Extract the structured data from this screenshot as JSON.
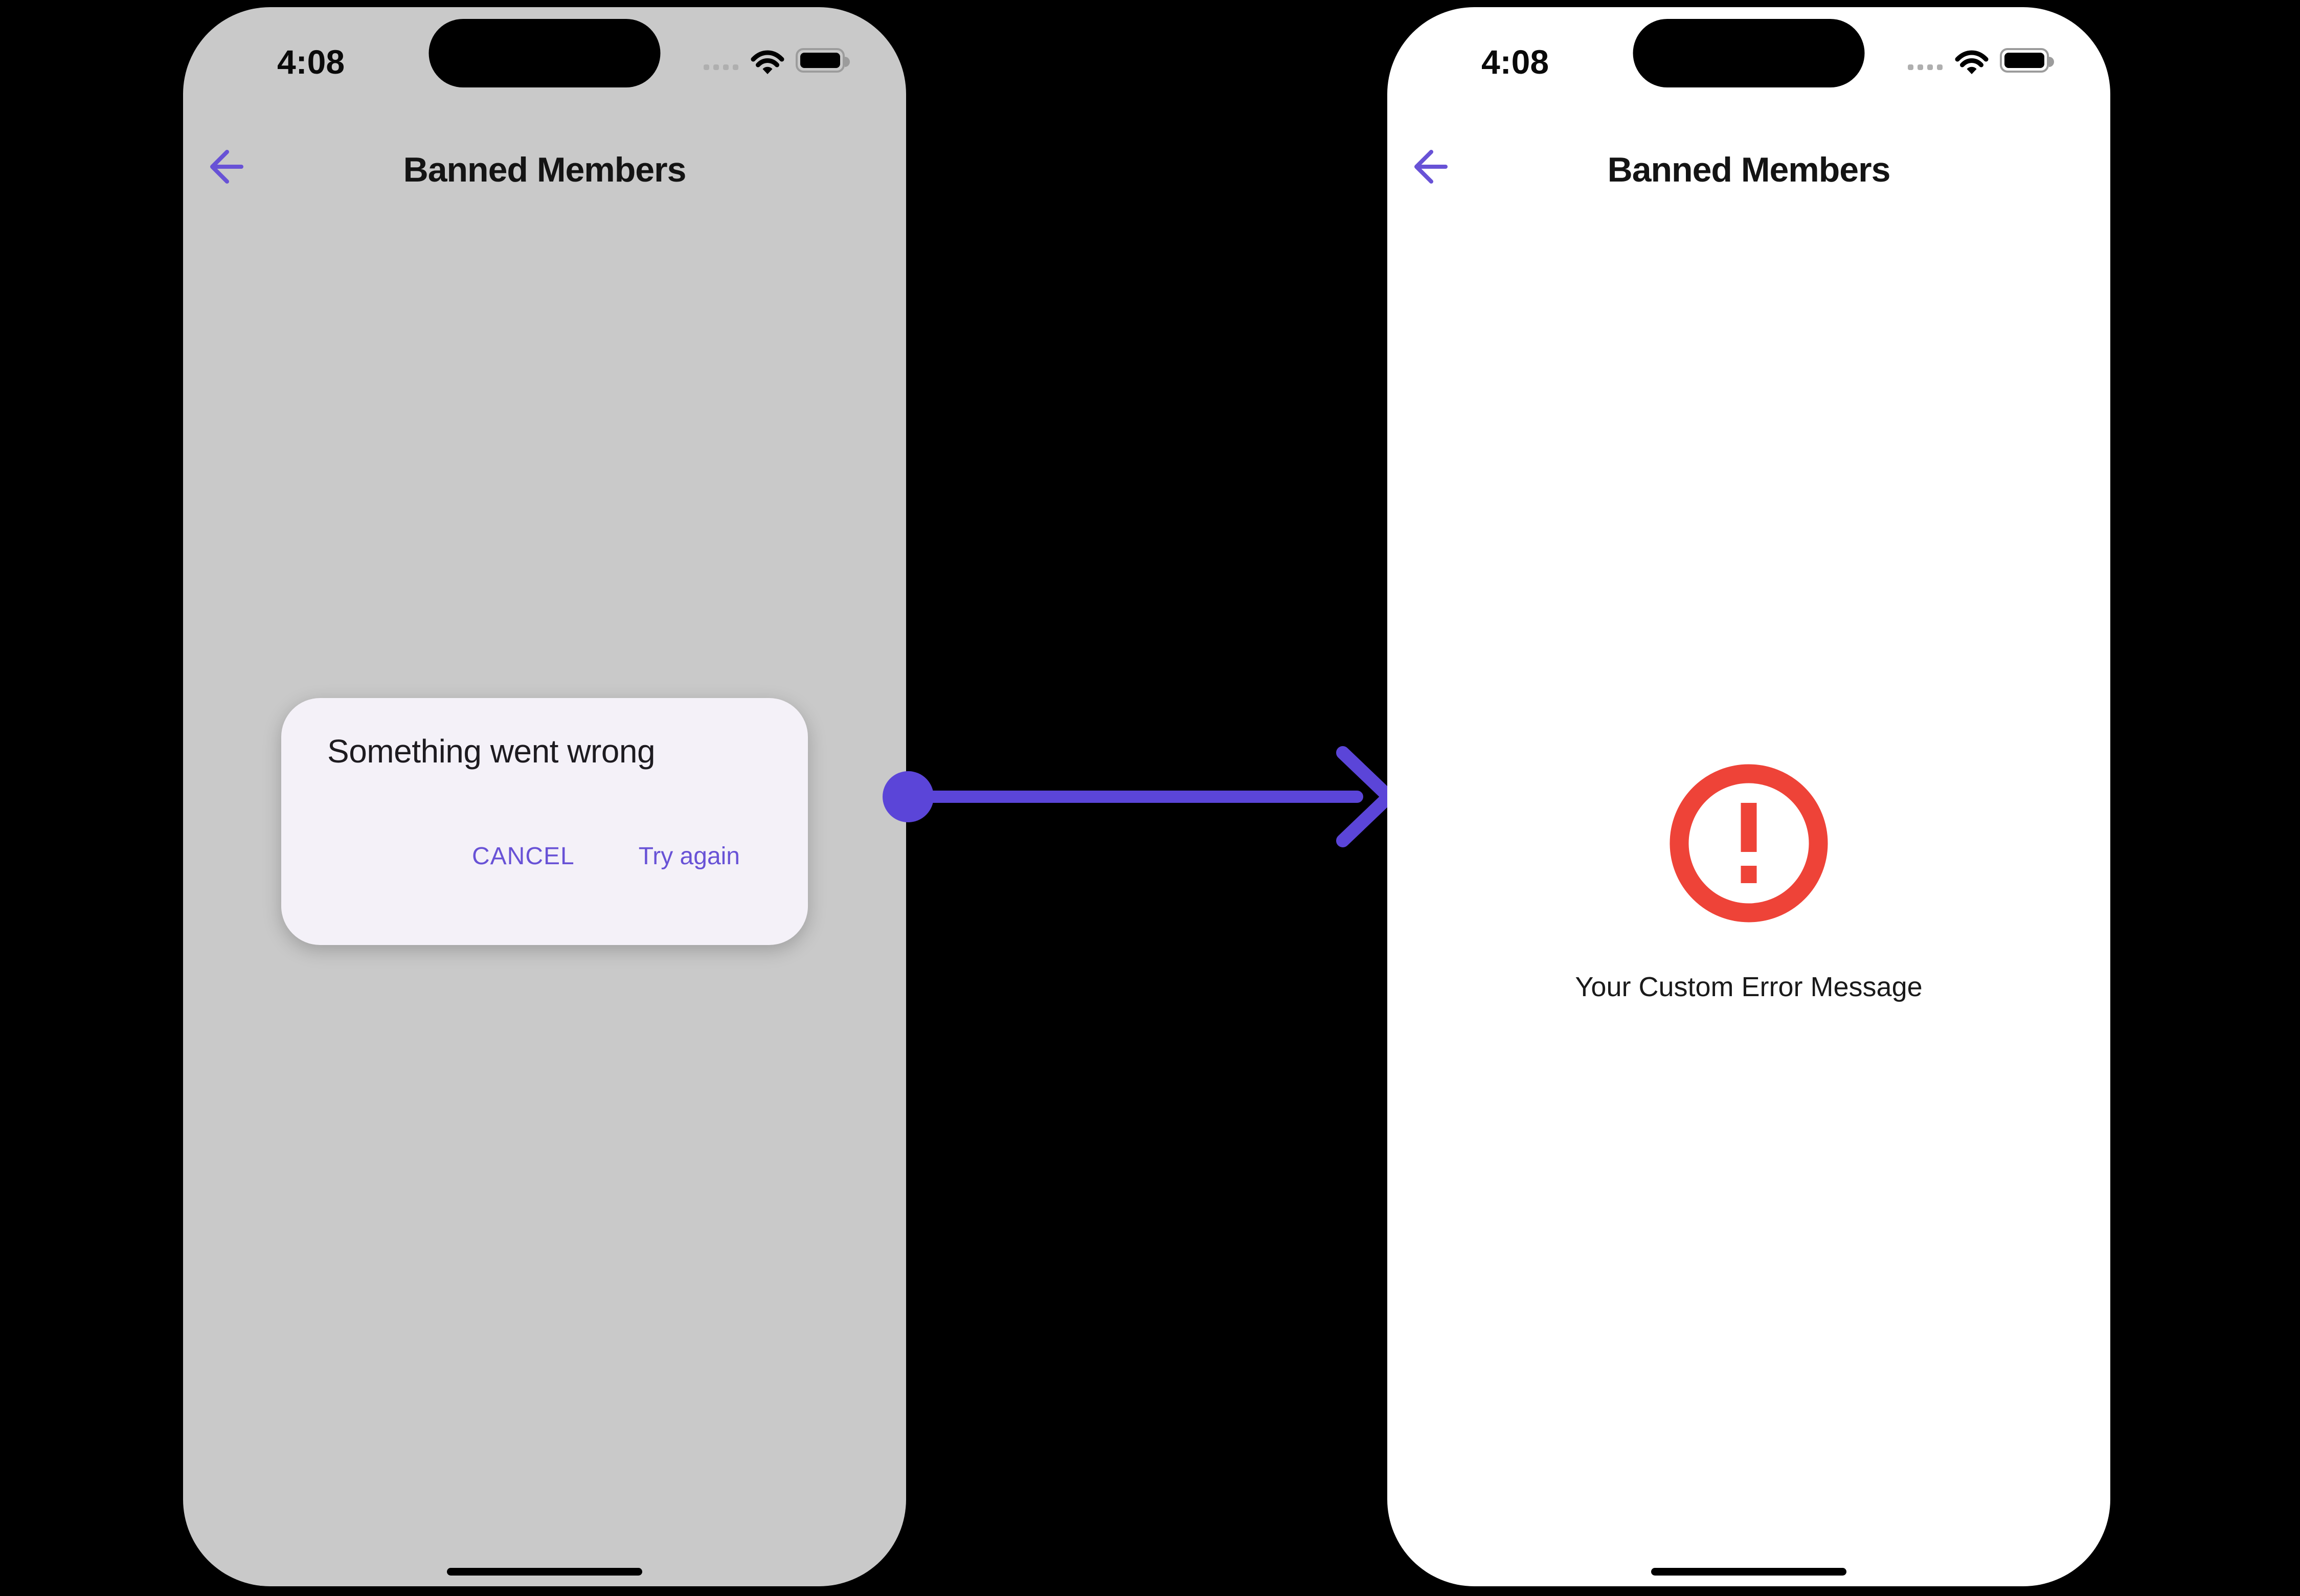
{
  "left_phone": {
    "status_bar": {
      "time": "4:08"
    },
    "header": {
      "title": "Banned Members"
    },
    "dialog": {
      "title": "Something went wrong",
      "cancel_label": "CANCEL",
      "try_again_label": "Try again"
    }
  },
  "right_phone": {
    "status_bar": {
      "time": "4:08"
    },
    "header": {
      "title": "Banned Members"
    },
    "error": {
      "message": "Your Custom Error Message"
    }
  },
  "icons": {
    "back_arrow": "←",
    "cellular_signal": "four-dots",
    "wifi": "wifi-arcs",
    "battery": "battery-full",
    "connector_arrow": "→",
    "error_badge": "!"
  },
  "colors": {
    "canvas_bg": "#000000",
    "left_phone_bg": "#C9C9C9",
    "right_phone_bg": "#FFFFFF",
    "dialog_bg": "#F4F1F8",
    "accent_purple": "#6852D6",
    "connector_purple": "#5B45D8",
    "error_red": "#EE4338",
    "title_text": "#141414",
    "dialog_title_text": "#1D1B20"
  }
}
